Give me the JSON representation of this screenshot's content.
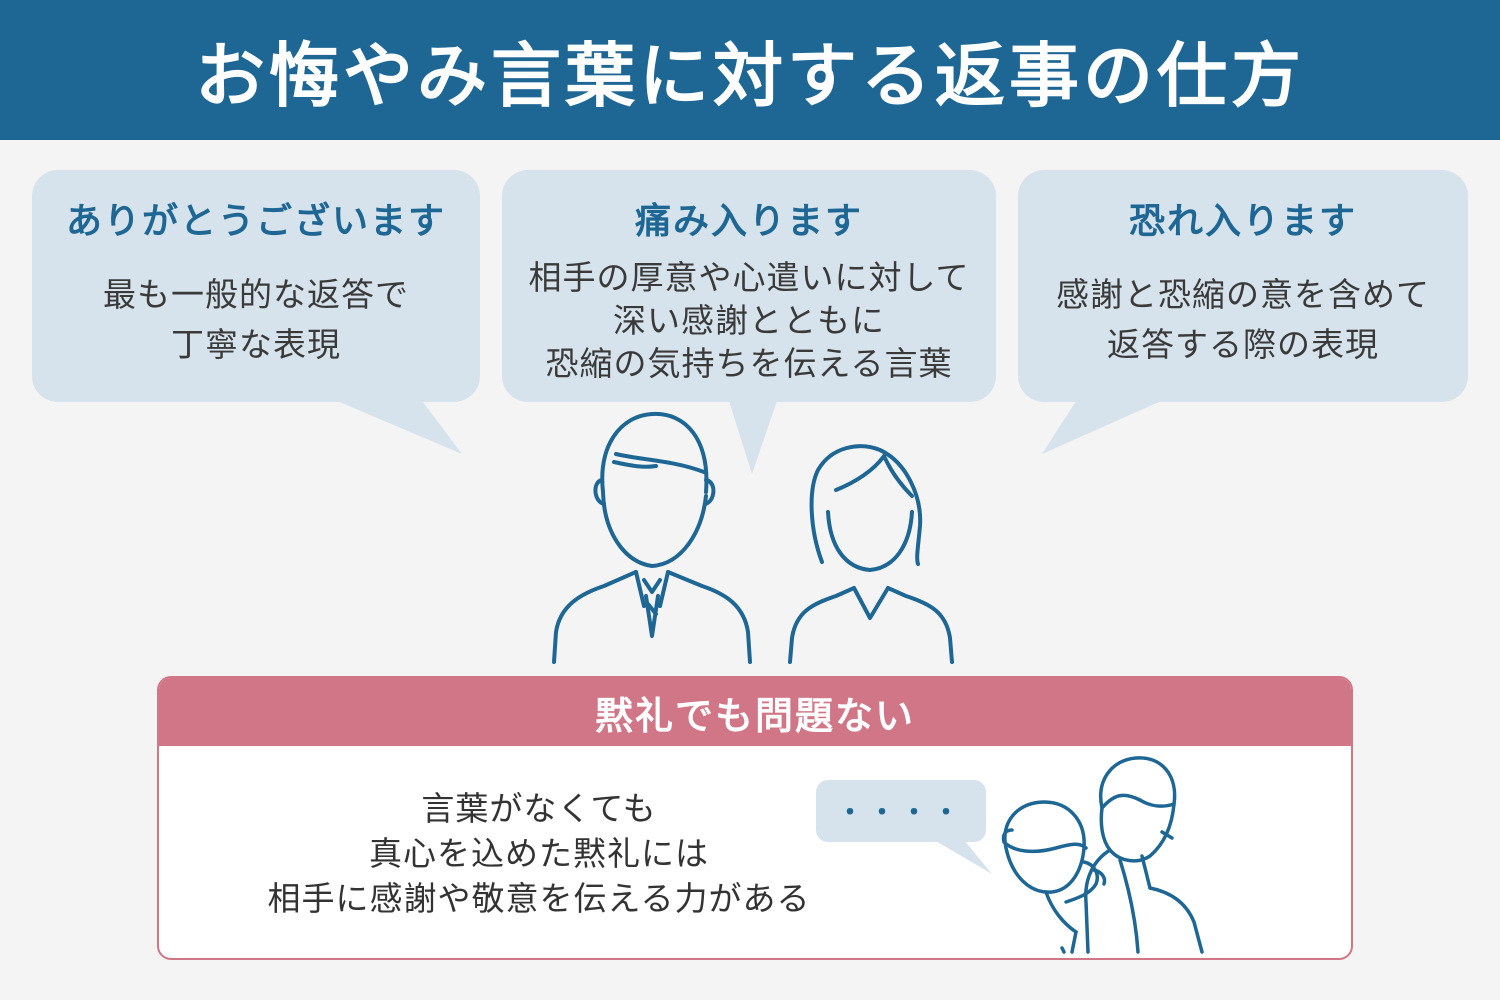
{
  "title": "お悔やみ言葉に対する返事の仕方",
  "bubbles": [
    {
      "title": "ありがとうございます",
      "lines": [
        "最も一般的な返答で",
        "丁寧な表現"
      ]
    },
    {
      "title": "痛み入ります",
      "lines": [
        "相手の厚意や心遣いに対して",
        "深い感謝とともに",
        "恐縮の気持ちを伝える言葉"
      ]
    },
    {
      "title": "恐れ入ります",
      "lines": [
        "感謝と恐縮の意を含めて",
        "返答する際の表現"
      ]
    }
  ],
  "panel": {
    "title": "黙礼でも問題ない",
    "lines": [
      "言葉がなくても",
      "真心を込めた黙礼には",
      "相手に感謝や敬意を伝える力がある"
    ],
    "speech": "・・・・"
  },
  "colors": {
    "header": "#1e6795",
    "bubble": "#d7e3ec",
    "accent_pink": "#d07686",
    "line_art": "#1e6795"
  }
}
